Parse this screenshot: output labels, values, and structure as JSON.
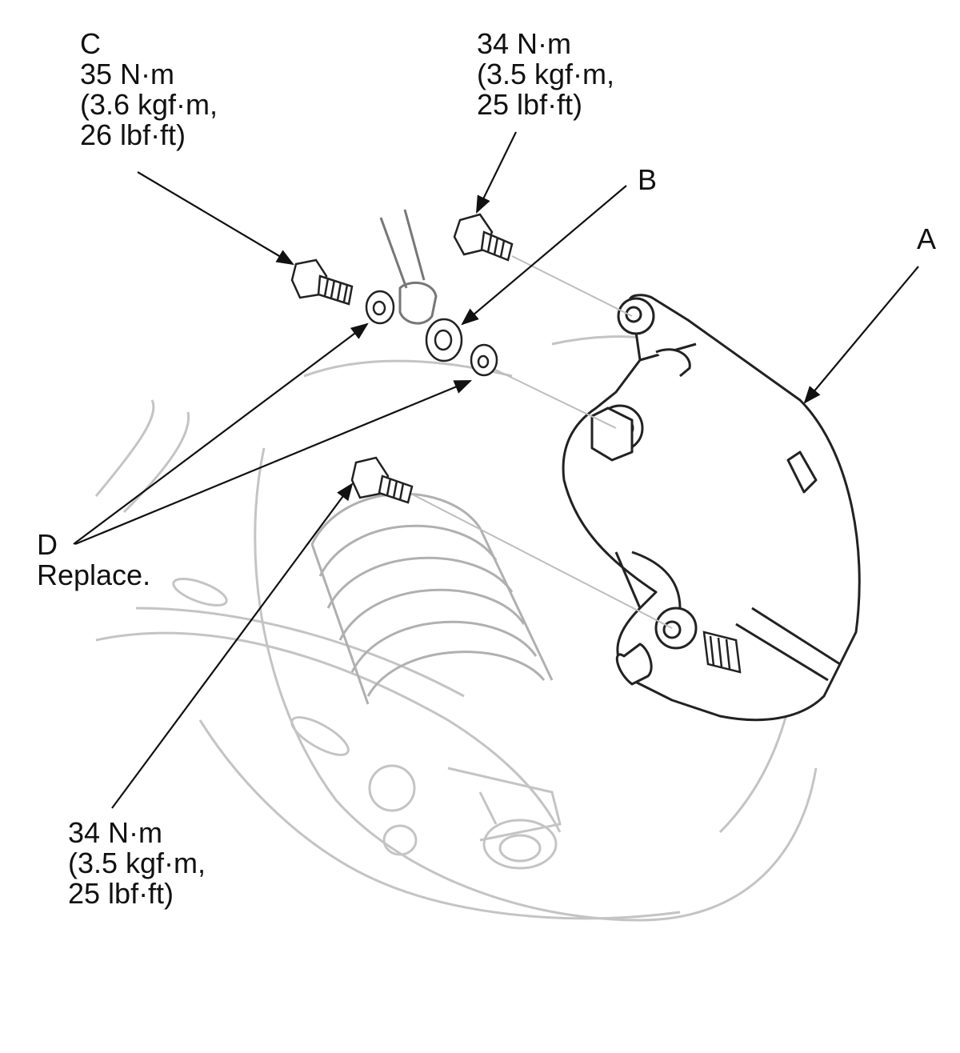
{
  "callouts": {
    "a": {
      "letter": "A"
    },
    "b": {
      "letter": "B"
    },
    "c": {
      "letter": "C",
      "lines": [
        "35 N·m",
        "(3.6 kgf·m,",
        "26 lbf·ft)"
      ]
    },
    "top_right_torque": {
      "lines": [
        "34 N·m",
        "(3.5 kgf·m,",
        "25 lbf·ft)"
      ]
    },
    "d": {
      "letter": "D",
      "note": "Replace."
    },
    "bottom_torque": {
      "lines": [
        "34 N·m",
        "(3.5 kgf·m,",
        "25 lbf·ft)"
      ]
    }
  },
  "colors": {
    "ink": "#111111",
    "faint_lines": "#bdbdbd",
    "mid_lines": "#8a8a8a"
  }
}
